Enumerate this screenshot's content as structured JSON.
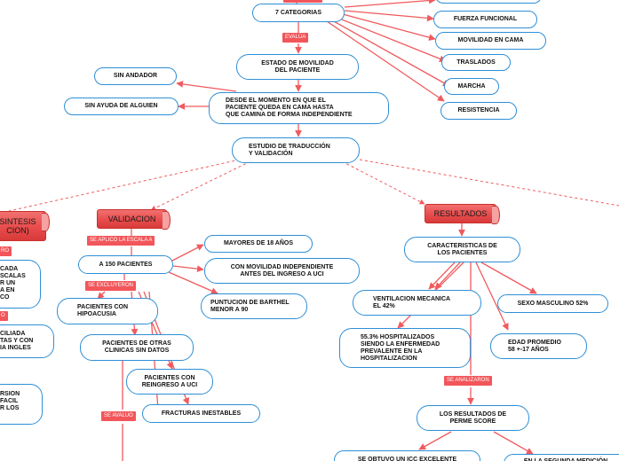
{
  "nodes": {
    "categorias": "7 CATEGORIAS",
    "fuerza": "FUERZA FUNCIONAL",
    "movilidad_cama": "MOVILIDAD EN CAMA",
    "traslados": "TRASLADOS",
    "marcha": "MARCHA",
    "resistencia": "RESISTENCIA",
    "estado_movilidad": "ESTADO DE MOVILIDAD\nDEL PACIENTE",
    "sin_andador": "SIN ANDADOR",
    "sin_ayuda": "SIN AYUDA DE ALGUIEN",
    "desde_momento": "DESDE EL MOMENTO EN QUE EL\nPACIENTE QUEDA EN CAMA HASTA\nQUE CAMINA DE FORMA INDEPENDIENTE",
    "estudio": "ESTUDIO DE TRADUCCIÓN\nY VALIDACIÓN",
    "mayores": "MAYORES DE 18 AÑOS",
    "a150": "A 150 PACIENTES",
    "con_movilidad": "CON MOVILIDAD INDEPENDIENTE\nANTES DEL INGRESO A UCI",
    "barthel": "PUNTUCION DE BARTHEL\nMENOR A 90",
    "hipoacusia": "PACIENTES CON\nHIPOACUSIA",
    "otras_clinicas": "PACIENTES DE OTRAS\nCLINICAS SIN DATOS",
    "reingreso": "PACIENTES CON\nREINGRESO A UCI",
    "fracturas": "FRACTURAS INESTABLES",
    "caracteristicas": "CARACTERISTICAS DE\nLOS PACIENTES",
    "ventilacion": "VENTILACION MECANICA\nEL 42%",
    "sexo": "SEXO MASCULINO 52%",
    "hospitalizados": "55.3% HOSPITALIZADOS\nSIENDO LA ENFERMEDAD\nPREVALENTE EN LA\nHOSPITALIZACION",
    "edad": "EDAD PROMEDIO\n58 +-17 AÑOS",
    "resultados_perme": "LOS RESULTADOS DE\nPERME SCORE",
    "icc": "SE OBTUVO UN ICC EXCELENTE",
    "segunda": "EN LA SEGUNDA MEDICIÓN"
  },
  "main_topics": {
    "sintesis": "SINTESIS\nCION)",
    "validacion": "VALIDACION",
    "resultados": "RESULTADOS"
  },
  "labels": {
    "evalua": "EVALÚA",
    "aplico": "SE APLICO LA ESCALA A",
    "excluyeron": "SE EXCLUYERON",
    "avaluo": "SE AVALUO",
    "analizaron": "SE ANALIZARON",
    "left1": "RO",
    "left2": "O"
  },
  "fragments": {
    "f1": "CADA\nSCALAS\nR UN\nA EN\nCO",
    "f2": "CILIADA\nTAS Y CON\nIA INGLES",
    "f3": "RSION\nFACIL\nR LOS"
  },
  "colors": {
    "node_border": "#2e8fd6",
    "connector": "#f05a5e",
    "label_bg": "#f2565a",
    "main_topic": "#e84c4c"
  }
}
